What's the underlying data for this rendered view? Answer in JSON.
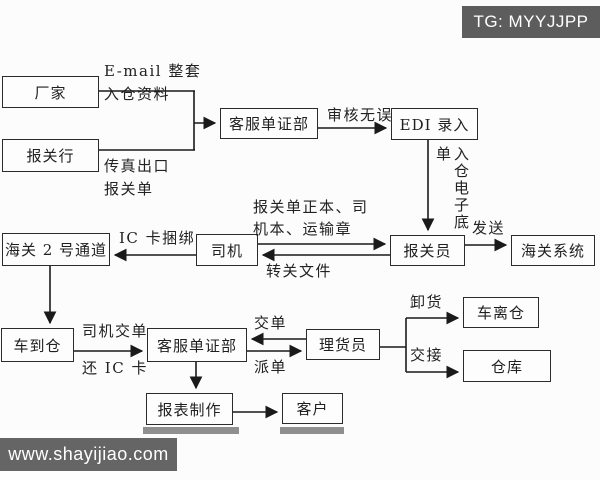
{
  "watermarks": {
    "telegram": "TG: MYYJJPP",
    "site": "www.shayijiao.com"
  },
  "colors": {
    "line": "#1a1a1a",
    "box_border": "#2b2b2b",
    "background": "#fcfcfc",
    "watermark_bg": "#5d5d5d",
    "watermark_text": "#ffffff",
    "text": "#1f1f1f"
  },
  "nodes": {
    "factory": {
      "label": "厂家"
    },
    "customs_broker": {
      "label": "报关行"
    },
    "cs_docs_dept_1": {
      "label": "客服单证部"
    },
    "edi_entry": {
      "label": "EDI 录入"
    },
    "customs_channel_2": {
      "label": "海关 2 号通道"
    },
    "driver": {
      "label": "司机"
    },
    "customs_declarant": {
      "label": "报关员"
    },
    "customs_system": {
      "label": "海关系统"
    },
    "truck_arrives_warehouse": {
      "label": "车到仓"
    },
    "cs_docs_dept_2": {
      "label": "客服单证部"
    },
    "tallyman": {
      "label": "理货员"
    },
    "truck_leaves_warehouse": {
      "label": "车离仓"
    },
    "warehouse": {
      "label": "仓库"
    },
    "report_making": {
      "label": "报表制作"
    },
    "customer": {
      "label": "客户"
    }
  },
  "edge_labels": {
    "email_line1": "E-mail  整套",
    "email_line2": "入仓资料",
    "fax_line1": "传真出口",
    "fax_line2": "报关单",
    "verified_ok": "审核无误",
    "warehouse_eslip_vertical": "入仓电子底单",
    "send": "发送",
    "docs_line1": "报关单正本、司",
    "docs_line2": "机本、运输章",
    "transit_docs": "转关文件",
    "ic_card_binding": "IC 卡捆绑",
    "driver_submits_docs": "司机交单",
    "return_ic_card": "还 IC 卡",
    "submit_docs": "交单",
    "dispatch_docs": "派单",
    "unload": "卸货",
    "handover": "交接"
  }
}
